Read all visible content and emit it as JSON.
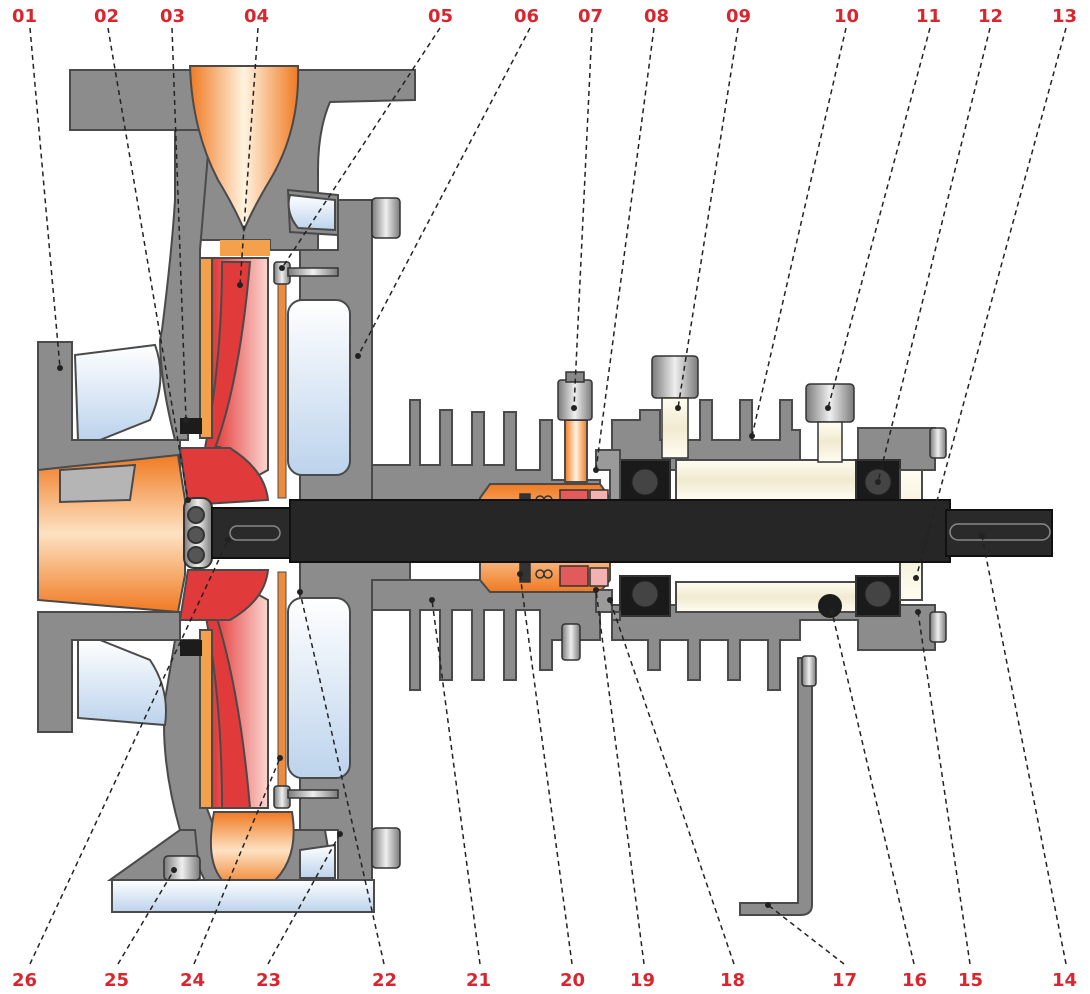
{
  "labels": {
    "top": [
      "01",
      "02",
      "03",
      "04",
      "05",
      "06",
      "07",
      "08",
      "09",
      "10",
      "11",
      "12",
      "13"
    ],
    "bottom": [
      "26",
      "25",
      "24",
      "23",
      "22",
      "21",
      "20",
      "19",
      "18",
      "17",
      "16",
      "15",
      "14"
    ]
  },
  "colors": {
    "label": "#d9262e",
    "casing": "#8c8c8c",
    "outline": "#4a4a4a",
    "shaft": "#262626",
    "fluid_orange": "#f08a3c",
    "impeller_red": "#e03a3a",
    "cavity_blue": "#c9dcef",
    "bearing_cream": "#f3efd6",
    "base_blue": "#d6e6f5"
  }
}
